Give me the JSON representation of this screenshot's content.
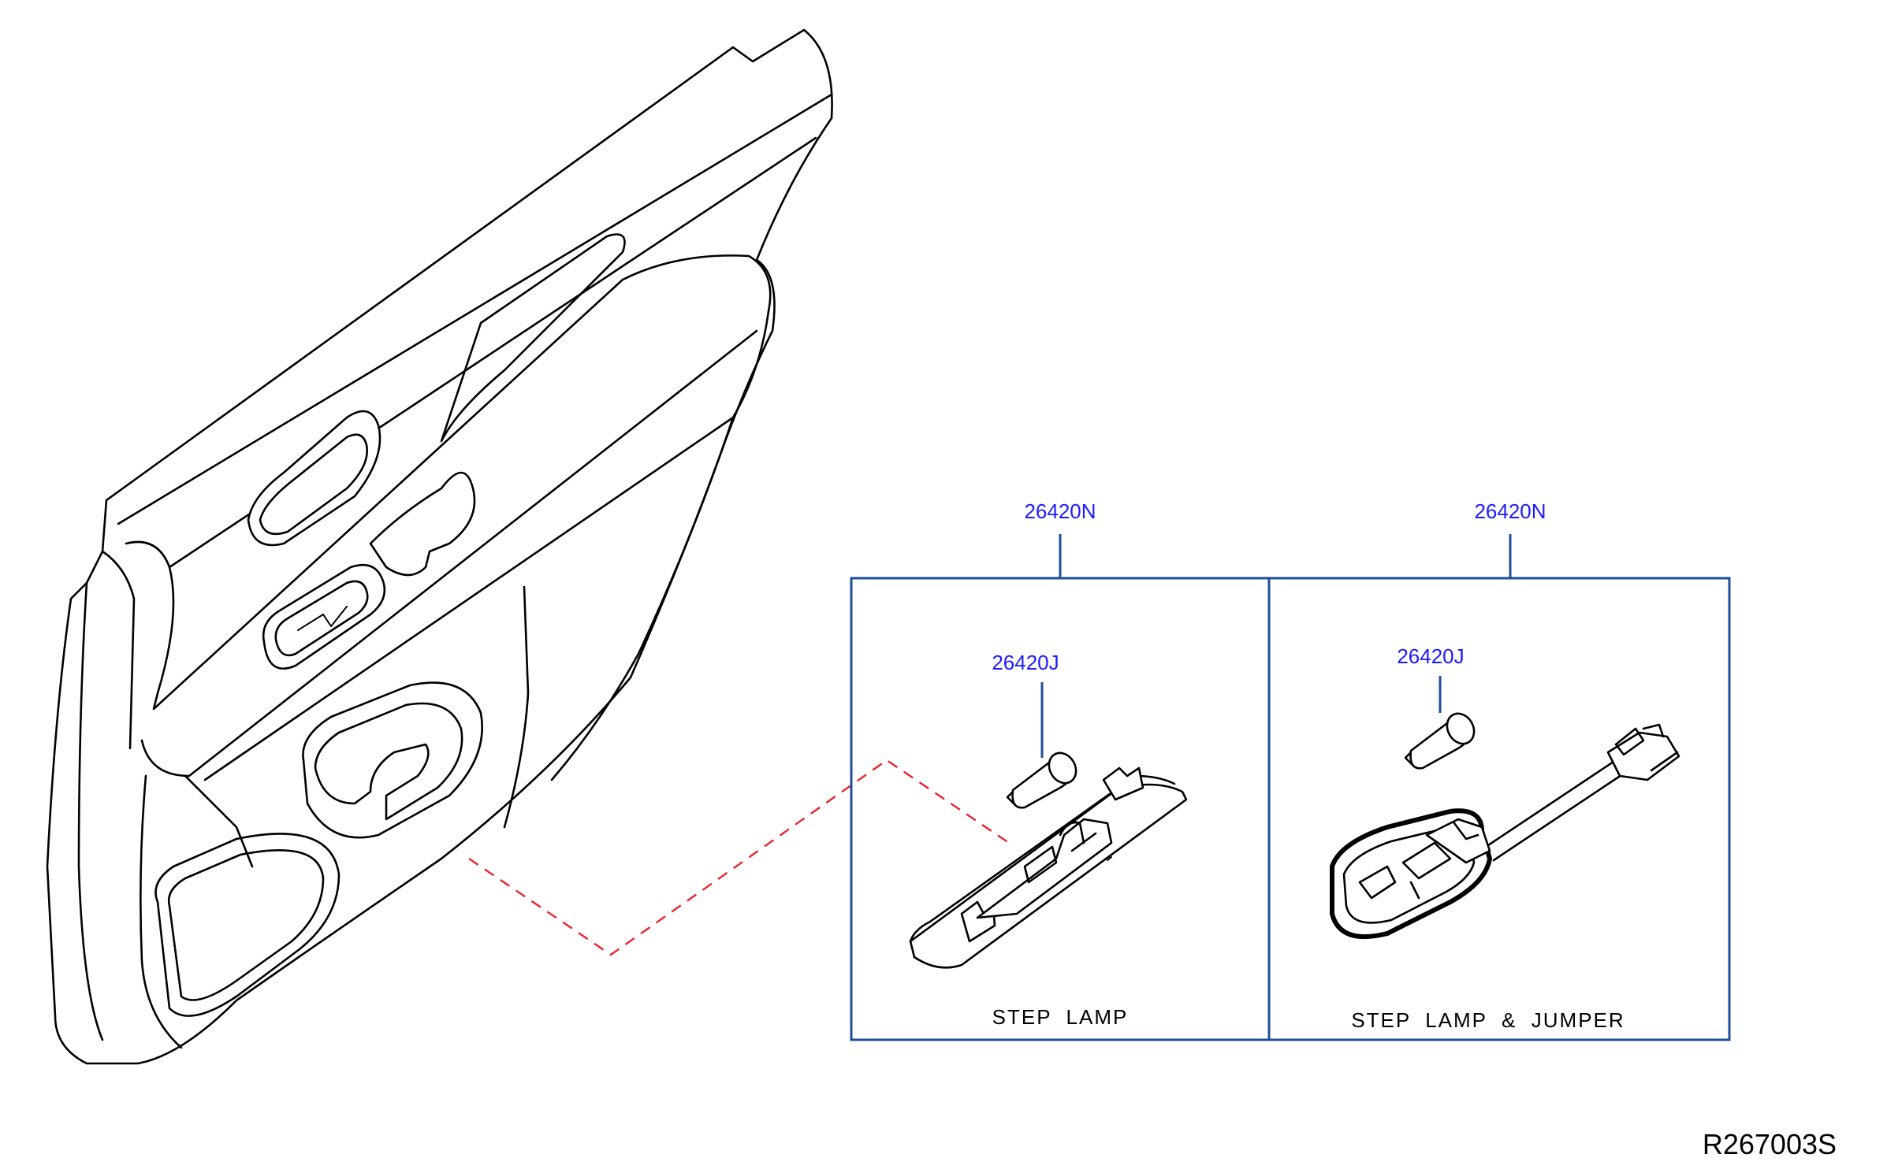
{
  "colors": {
    "part_number": "#1a1aff",
    "frame": "#1f4e9a",
    "connector": "#e8242b",
    "line_art": "#000000"
  },
  "callouts": {
    "left_panel_part": "26420N",
    "right_panel_part": "26420N",
    "left_bulb_part": "26420J",
    "right_bulb_part": "26420J"
  },
  "captions": {
    "left": "STEP  LAMP",
    "right": "STEP  LAMP  &  JUMPER"
  },
  "reference_code": "R267003S"
}
